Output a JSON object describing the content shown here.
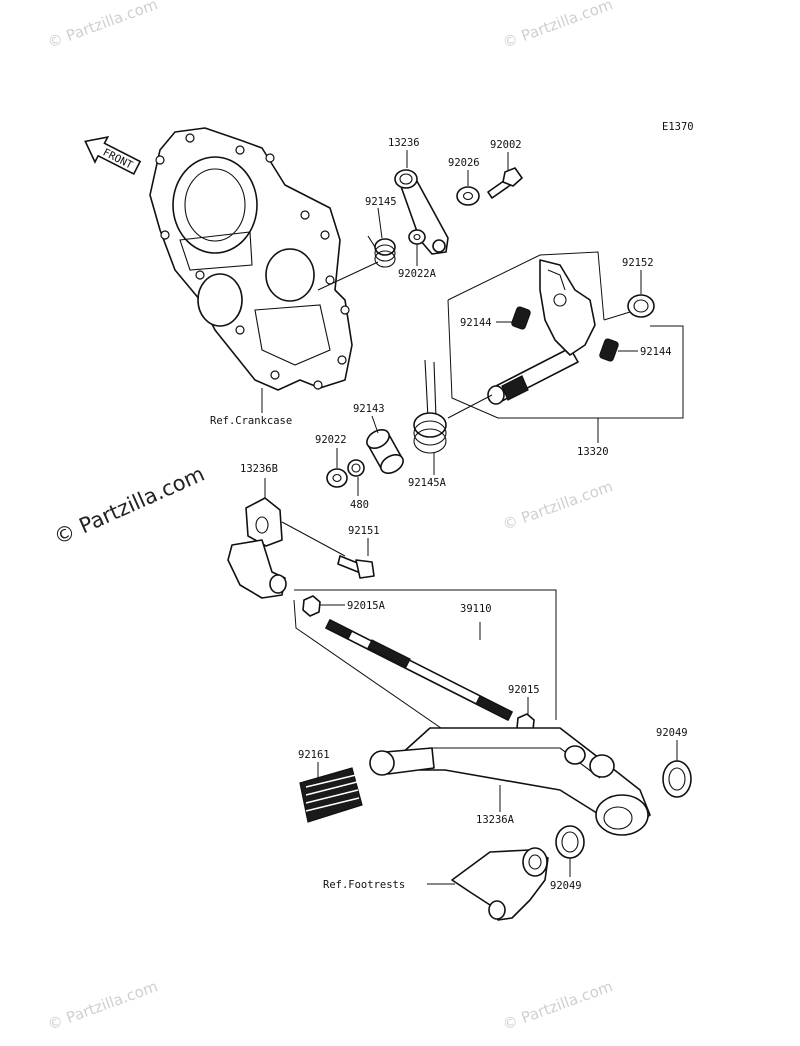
{
  "diagram_code": "E1370",
  "front_label": "FRONT",
  "watermark_text": "© Partzilla.com",
  "reference_labels": {
    "crankcase": "Ref.Crankcase",
    "footrests": "Ref.Footrests"
  },
  "part_labels": [
    "13236",
    "92026",
    "92002",
    "92145",
    "92022A",
    "92152",
    "92144",
    "92144",
    "92143",
    "92022",
    "92145A",
    "13320",
    "13236B",
    "480",
    "92151",
    "92015A",
    "39110",
    "92015",
    "92049",
    "92161",
    "13236A",
    "92049"
  ]
}
